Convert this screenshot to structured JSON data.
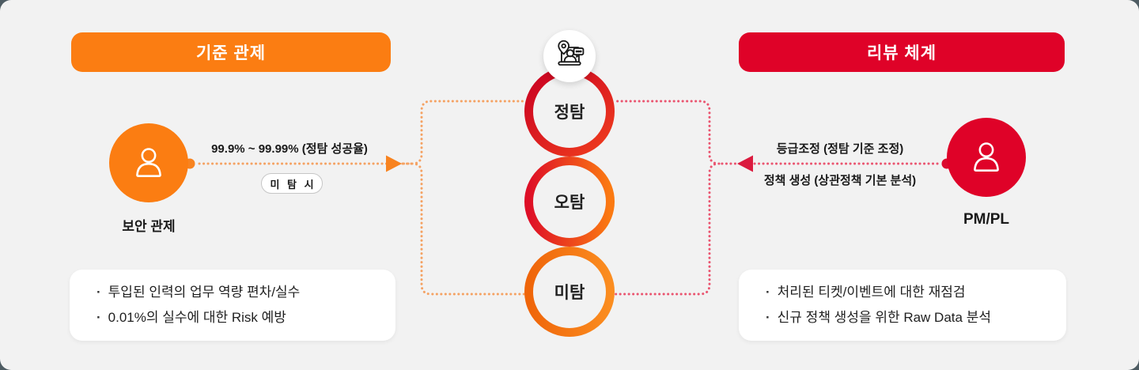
{
  "page": {
    "background": "#4E5C63",
    "panel_background": "#F2F2F2"
  },
  "left_section": {
    "header_label": "기준 관제",
    "header_color": "#FB7D12",
    "actor_label": "보안 관제",
    "actor_color": "#FB7D12",
    "flow_label": "99.9% ~ 99.99% (정탐 성공율)",
    "flow_badge": "미 탐 시",
    "arrow_color": "#F8831F",
    "dotted_color": "#F5A263",
    "notes": {
      "bullet": "·",
      "items": [
        "투입된 인력의 업무 역량 편차/실수",
        "0.01%의 실수에 대한 Risk 예방"
      ]
    }
  },
  "center_flow": {
    "top_icon": "monitoring-person-laptop-pin-chat-icon",
    "nodes": [
      {
        "label": "정탐",
        "ring_colors": [
          "#C90022",
          "#EE3A1E"
        ]
      },
      {
        "label": "오탐",
        "ring_colors": [
          "#DE0F27",
          "#FB7A12"
        ]
      },
      {
        "label": "미탐",
        "ring_colors": [
          "#EF650A",
          "#FB8D20"
        ]
      }
    ]
  },
  "right_section": {
    "header_label": "리뷰 체계",
    "header_color": "#DF0228",
    "actor_label": "PM/PL",
    "actor_color": "#DF0228",
    "flow_label_top": "등급조정 (정탐 기준 조정)",
    "flow_label_bottom": "정책 생성 (상관정책 기본 분석)",
    "arrow_color": "#DB1B3F",
    "dotted_color": "#EA5570",
    "notes": {
      "bullet": "·",
      "items": [
        "처리된 티켓/이벤트에 대한 재점검",
        "신규 정책 생성을 위한 Raw Data 분석"
      ]
    }
  }
}
